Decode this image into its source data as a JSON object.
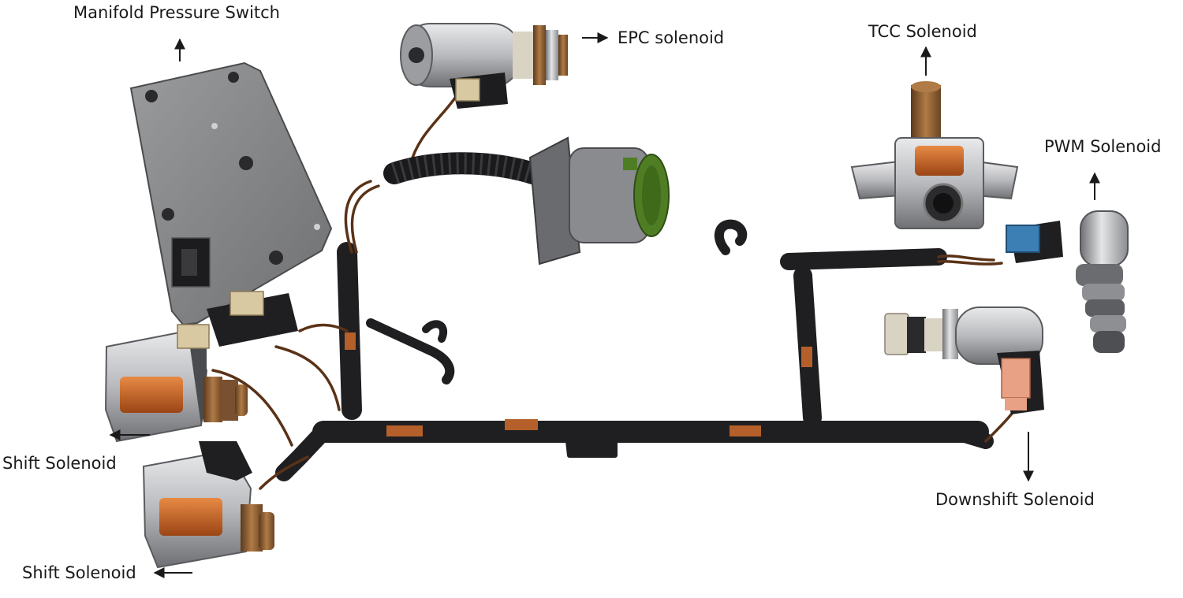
{
  "labels": {
    "manifold_pressure_switch": "Manifold Pressure Switch",
    "epc_solenoid": "EPC solenoid",
    "tcc_solenoid": "TCC Solenoid",
    "pwm_solenoid": "PWM Solenoid",
    "shift_solenoid_upper": "Shift Solenoid",
    "shift_solenoid_lower": "Shift Solenoid",
    "downshift_solenoid": "Downshift Solenoid"
  },
  "colors": {
    "background": "#ffffff",
    "text": "#1a1a1a",
    "harness": "#1f1f22",
    "plate": "#8a8b8d",
    "steel": "#c9cacc",
    "copper": "#c8682c",
    "brass": "#9a6a3c",
    "connector_tan": "#d9c9a3",
    "connector_blue": "#3b7fb5",
    "connector_orange": "#e8a184",
    "seal_green": "#4f7d24"
  }
}
